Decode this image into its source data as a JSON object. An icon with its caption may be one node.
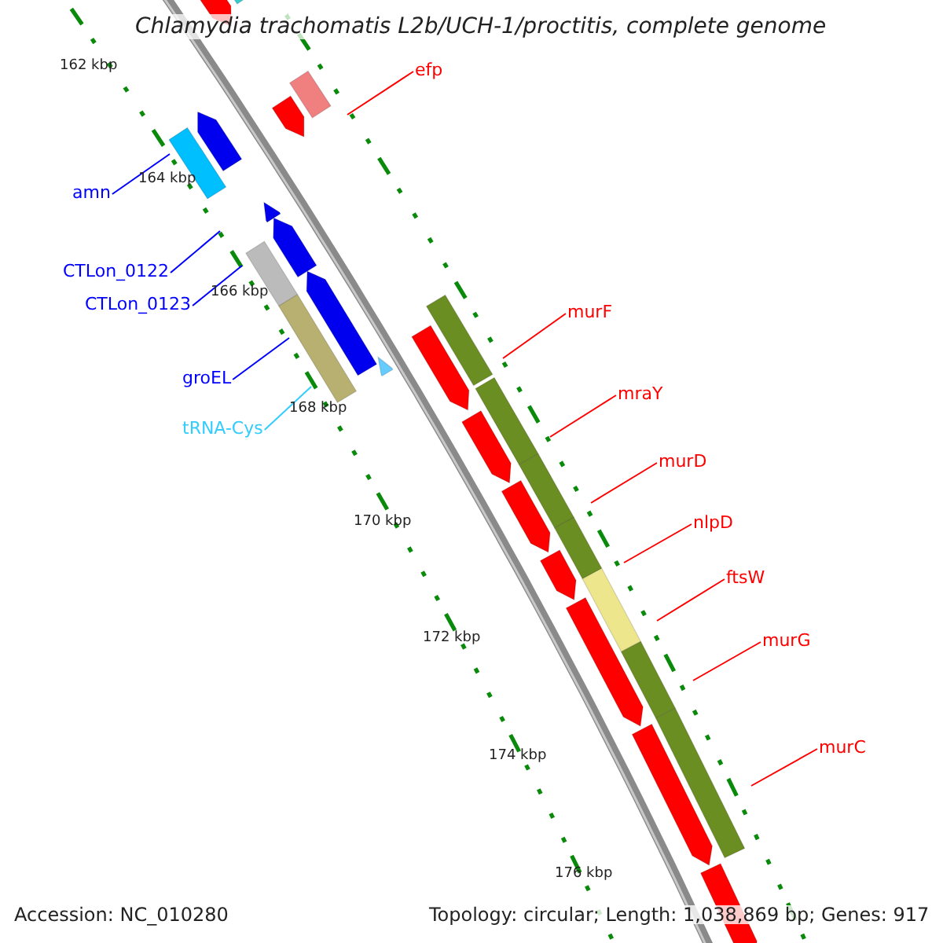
{
  "diagram": {
    "title": "Chlamydia trachomatis L2b/UCH-1/proctitis, complete genome",
    "nodes": [
      {
        "text": [
          "efp"
        ]
      },
      {
        "text": [
          "amn"
        ]
      },
      {
        "text": [
          "CTLon_0122"
        ]
      },
      {
        "text": [
          "CTLon_0123"
        ]
      },
      {
        "text": [
          "groEL"
        ]
      },
      {
        "text": [
          "tRNA-Cys"
        ]
      },
      {
        "text": [
          "murF"
        ]
      },
      {
        "text": [
          "mraY"
        ]
      },
      {
        "text": [
          "murD"
        ]
      },
      {
        "text": [
          "nlpD"
        ]
      },
      {
        "text": [
          "ftsW"
        ]
      },
      {
        "text": [
          "murG"
        ]
      },
      {
        "text": [
          "murC"
        ]
      }
    ],
    "edges": [
      {
        "from": 0,
        "to": null,
        "arrow": "none"
      },
      {
        "from": 1,
        "to": null,
        "arrow": "none",
        "color": "#0000ff"
      },
      {
        "from": 2,
        "to": null,
        "arrow": "none",
        "color": "#0000ff"
      },
      {
        "from": 3,
        "to": null,
        "arrow": "none",
        "color": "#0000ff"
      },
      {
        "from": 4,
        "to": null,
        "arrow": "none",
        "color": "#0000ff"
      },
      {
        "from": 5,
        "to": null,
        "arrow": "none",
        "color": "#33ccff"
      },
      {
        "from": 6,
        "to": null,
        "arrow": "none"
      },
      {
        "from": 7,
        "to": null,
        "arrow": "none"
      },
      {
        "from": 8,
        "to": null,
        "arrow": "none"
      },
      {
        "from": 9,
        "to": null,
        "arrow": "none"
      },
      {
        "from": 10,
        "to": null,
        "arrow": "none"
      },
      {
        "from": 11,
        "to": null,
        "arrow": "none"
      },
      {
        "from": 12,
        "to": null,
        "arrow": "none"
      }
    ],
    "labels": [
      "162 kbp",
      "164 kbp",
      "166 kbp",
      "168 kbp",
      "170 kbp",
      "172 kbp",
      "174 kbp",
      "176 kbp",
      "Accession: NC_010280",
      "Topology: circular; Length: 1,038,869 bp; Genes: 917"
    ]
  }
}
